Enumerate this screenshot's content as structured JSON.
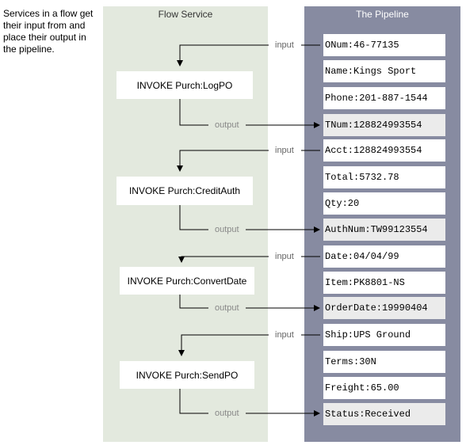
{
  "caption": "Services in a flow get their input from and place their output in the pipeline.",
  "flow_service": {
    "title": "Flow Service",
    "steps": [
      {
        "label": "INVOKE Purch:LogPO"
      },
      {
        "label": "INVOKE Purch:CreditAuth"
      },
      {
        "label": "INVOKE Purch:ConvertDate"
      },
      {
        "label": "INVOKE Purch:SendPO"
      }
    ]
  },
  "pipeline": {
    "title": "The Pipeline",
    "fields": [
      {
        "text": "ONum:46-77135"
      },
      {
        "text": "Name:Kings Sport"
      },
      {
        "text": "Phone:201-887-1544"
      },
      {
        "text": "TNum:128824993554"
      },
      {
        "text": "Acct:128824993554"
      },
      {
        "text": "Total:5732.78"
      },
      {
        "text": "Qty:20"
      },
      {
        "text": "AuthNum:TW99123554"
      },
      {
        "text": "Date:04/04/99"
      },
      {
        "text": "Item:PK8801-NS"
      },
      {
        "text": "OrderDate:19990404"
      },
      {
        "text": "Ship:UPS Ground"
      },
      {
        "text": "Terms:30N"
      },
      {
        "text": "Freight:65.00"
      },
      {
        "text": "Status:Received"
      }
    ]
  },
  "connectors": {
    "input_label": "input",
    "output_label": "output"
  },
  "colors": {
    "flow_panel": "#e3e9de",
    "pipeline_panel": "#878ba1",
    "output_field": "#ebebeb",
    "line": "#000000"
  }
}
